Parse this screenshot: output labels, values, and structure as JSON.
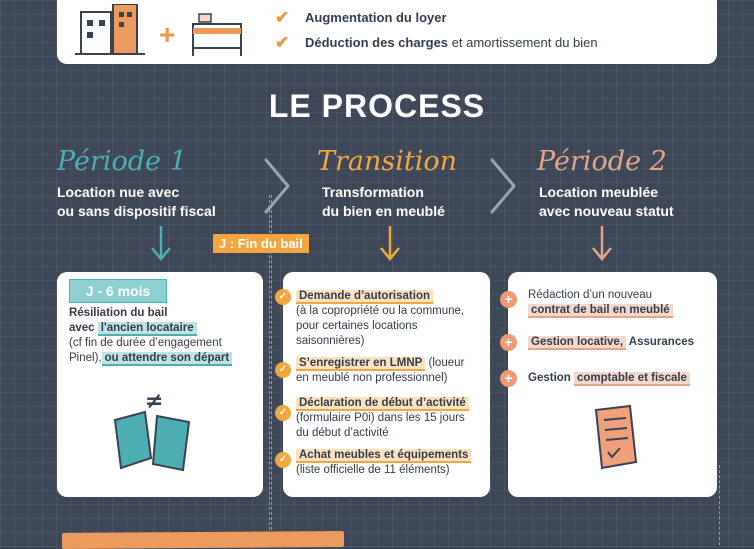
{
  "top_card": {
    "item1": "Augmentation du loyer",
    "item2_bold": "Déduction des charges",
    "item2_rest": " et amortissement du bien"
  },
  "section_title": "LE PROCESS",
  "periods": [
    {
      "title": "Période 1",
      "subtitle_l1": "Location nue avec",
      "subtitle_l2": "ou sans dispositif fiscal"
    },
    {
      "title": "Transition",
      "subtitle_l1": "Transformation",
      "subtitle_l2": "du bien en meublé"
    },
    {
      "title": "Période 2",
      "subtitle_l1": "Location meublée",
      "subtitle_l2": "avec nouveau statut"
    }
  ],
  "fin_bail": "J : Fin du bail",
  "card1": {
    "badge": "J - 6 mois",
    "l1": "Résiliation du bail",
    "l2a": "avec ",
    "l2b": "l'ancien locataire",
    "l3": "(cf fin de durée d’engagement",
    "l4a": "Pinel),",
    "l4b": "ou attendre son départ"
  },
  "card2": {
    "i1_title": "Demande d’autorisation",
    "i1_l1": "(à la copropriété ou la commune,",
    "i1_l2": "pour certaines locations",
    "i1_l3": "saisonnières)",
    "i2_title": "S’enregistrer en LMNP",
    "i2_rest": " (loueur",
    "i2_l2": "en meublé non professionnel)",
    "i3_title": "Déclaration de début d’activité",
    "i3_l1": "(formulaire P0i) dans les 15 jours",
    "i3_l2": "du début d’activité",
    "i4_title": "Achat meubles et équipements",
    "i4_l1": "(liste officielle de 11 éléments)"
  },
  "card3": {
    "i1_l1": "Rédaction d’un nouveau",
    "i1_l2": "contrat de bail en meublé",
    "i2_hl": "Gestion locative,",
    "i2_rest": " Assurances",
    "i3_a": "Gestion ",
    "i3_hl": "comptable et fiscale"
  },
  "colors": {
    "teal": "#4dafb3",
    "orange": "#f4a640",
    "pink": "#e2a58c",
    "bg": "#3d4757"
  }
}
